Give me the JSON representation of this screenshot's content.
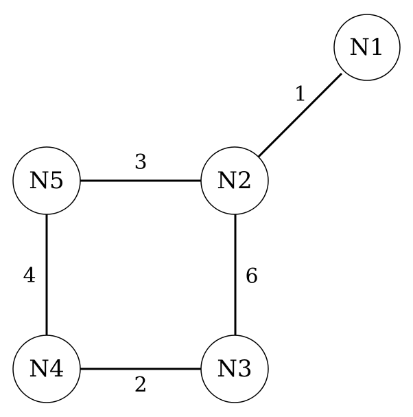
{
  "graph": {
    "nodes": [
      {
        "id": "N1",
        "label": "N1"
      },
      {
        "id": "N2",
        "label": "N2"
      },
      {
        "id": "N3",
        "label": "N3"
      },
      {
        "id": "N4",
        "label": "N4"
      },
      {
        "id": "N5",
        "label": "N5"
      }
    ],
    "edges": [
      {
        "from": "N1",
        "to": "N2",
        "weight": "1"
      },
      {
        "from": "N5",
        "to": "N2",
        "weight": "3"
      },
      {
        "from": "N2",
        "to": "N3",
        "weight": "6"
      },
      {
        "from": "N5",
        "to": "N4",
        "weight": "4"
      },
      {
        "from": "N4",
        "to": "N3",
        "weight": "2"
      }
    ],
    "colors": {
      "line": "#000000",
      "node_fill": "#ffffff",
      "text": "#000000"
    }
  }
}
